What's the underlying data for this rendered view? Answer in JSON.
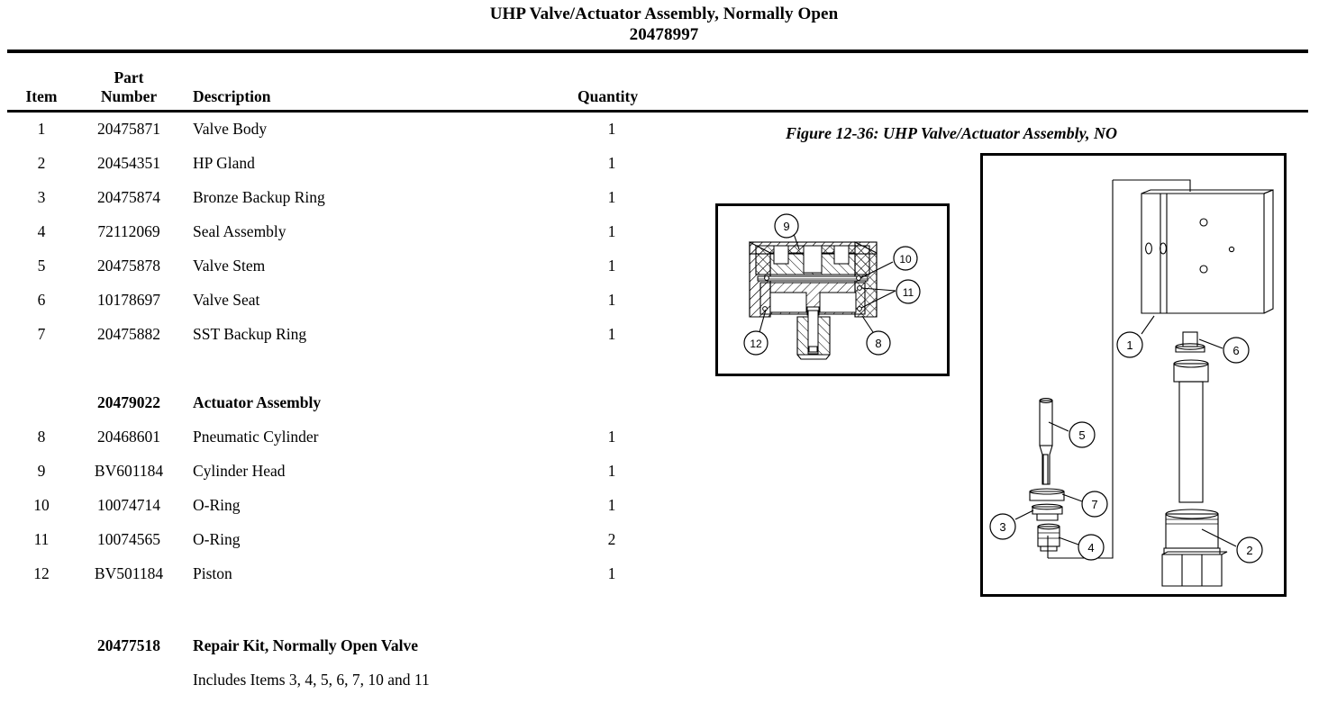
{
  "title": {
    "line1": "UHP Valve/Actuator Assembly, Normally Open",
    "line2": "20478997"
  },
  "table": {
    "headers": {
      "item": "Item",
      "part_number_line1": "Part",
      "part_number_line2": "Number",
      "description": "Description",
      "quantity": "Quantity"
    },
    "rows": [
      {
        "item": "1",
        "part": "20475871",
        "description": "Valve Body",
        "quantity": "1"
      },
      {
        "item": "2",
        "part": "20454351",
        "description": "HP Gland",
        "quantity": "1"
      },
      {
        "item": "3",
        "part": "20475874",
        "description": "Bronze Backup Ring",
        "quantity": "1"
      },
      {
        "item": "4",
        "part": "72112069",
        "description": "Seal Assembly",
        "quantity": "1"
      },
      {
        "item": "5",
        "part": "20475878",
        "description": "Valve Stem",
        "quantity": "1"
      },
      {
        "item": "6",
        "part": "10178697",
        "description": "Valve Seat",
        "quantity": "1"
      },
      {
        "item": "7",
        "part": "20475882",
        "description": "SST Backup Ring",
        "quantity": "1"
      }
    ],
    "section": {
      "part": "20479022",
      "description": "Actuator Assembly"
    },
    "rows2": [
      {
        "item": "8",
        "part": "20468601",
        "description": "Pneumatic Cylinder",
        "quantity": "1"
      },
      {
        "item": "9",
        "part": "BV601184",
        "description": "Cylinder Head",
        "quantity": "1"
      },
      {
        "item": "10",
        "part": "10074714",
        "description": "O-Ring",
        "quantity": "1"
      },
      {
        "item": "11",
        "part": "10074565",
        "description": "O-Ring",
        "quantity": "2"
      },
      {
        "item": "12",
        "part": "BV501184",
        "description": "Piston",
        "quantity": "1"
      }
    ]
  },
  "repair_kit": {
    "part": "20477518",
    "title": "Repair Kit, Normally Open Valve",
    "note": "Includes Items 3, 4, 5, 6, 7, 10 and 11"
  },
  "figure": {
    "caption": "Figure 12-36:  UHP Valve/Actuator Assembly, NO",
    "section_callouts": [
      "9",
      "10",
      "11",
      "12",
      "8"
    ],
    "assembly_callouts": [
      "1",
      "6",
      "5",
      "7",
      "3",
      "4",
      "2"
    ]
  },
  "colors": {
    "ink": "#000000",
    "paper": "#ffffff"
  }
}
